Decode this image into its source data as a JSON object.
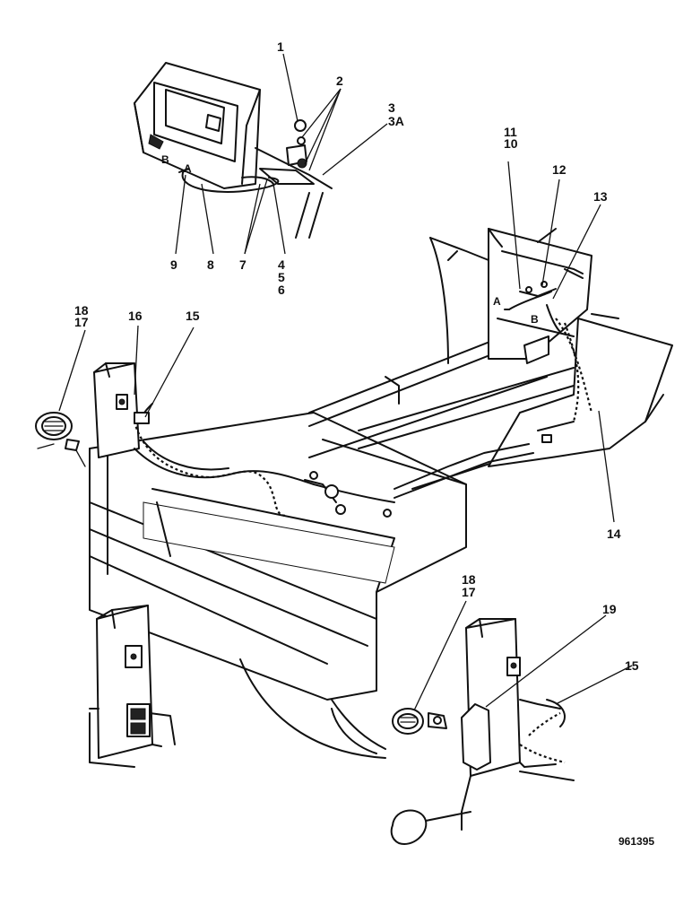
{
  "drawing_number": "961395",
  "callouts": [
    {
      "id": "c1",
      "label": "1"
    },
    {
      "id": "c2",
      "label": "2"
    },
    {
      "id": "c3",
      "label": "3"
    },
    {
      "id": "c3a",
      "label": "3A"
    },
    {
      "id": "c4",
      "label": "4"
    },
    {
      "id": "c5",
      "label": "5"
    },
    {
      "id": "c6",
      "label": "6"
    },
    {
      "id": "c7",
      "label": "7"
    },
    {
      "id": "c8",
      "label": "8"
    },
    {
      "id": "c9",
      "label": "9"
    },
    {
      "id": "c10",
      "label": "10"
    },
    {
      "id": "c11",
      "label": "11"
    },
    {
      "id": "c12",
      "label": "12"
    },
    {
      "id": "c13",
      "label": "13"
    },
    {
      "id": "c14",
      "label": "14"
    },
    {
      "id": "c15a",
      "label": "15"
    },
    {
      "id": "c16",
      "label": "16"
    },
    {
      "id": "c17a",
      "label": "17"
    },
    {
      "id": "c18a",
      "label": "18"
    },
    {
      "id": "c17b",
      "label": "17"
    },
    {
      "id": "c18b",
      "label": "18"
    },
    {
      "id": "c19",
      "label": "19"
    },
    {
      "id": "c15b",
      "label": "15"
    }
  ],
  "connector_refs": [
    {
      "id": "refA1",
      "label": "A"
    },
    {
      "id": "refB1",
      "label": "B"
    },
    {
      "id": "refA2",
      "label": "A"
    },
    {
      "id": "refB2",
      "label": "B"
    }
  ]
}
